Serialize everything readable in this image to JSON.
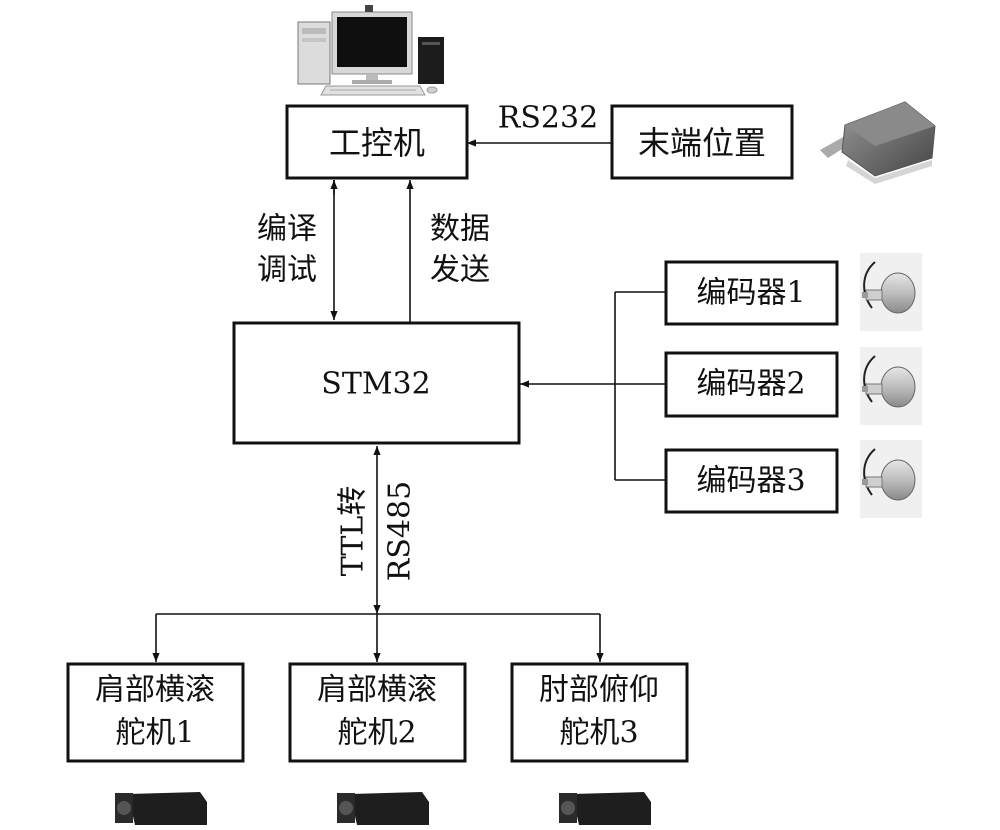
{
  "nodes": {
    "ipc": "工控机",
    "end_position": "末端位置",
    "stm32": "STM32",
    "encoder1": "编码器1",
    "encoder2": "编码器2",
    "encoder3": "编码器3",
    "servo1": [
      "肩部横滚",
      "舵机1"
    ],
    "servo2": [
      "肩部横滚",
      "舵机2"
    ],
    "servo3": [
      "肘部俯仰",
      "舵机3"
    ]
  },
  "edges": {
    "rs232": "RS232",
    "compile_debug": [
      "编译",
      "调试"
    ],
    "data_send": [
      "数据",
      "发送"
    ],
    "ttl_rs485": [
      "TTL转",
      "RS485"
    ]
  },
  "icons": {
    "computer": "desktop-computer-icon",
    "sensor": "position-sensor-icon",
    "encoder": "rotary-encoder-icon",
    "servo": "servo-motor-icon"
  },
  "colors": {
    "line": "#111111",
    "box_fill": "#ffffff"
  }
}
